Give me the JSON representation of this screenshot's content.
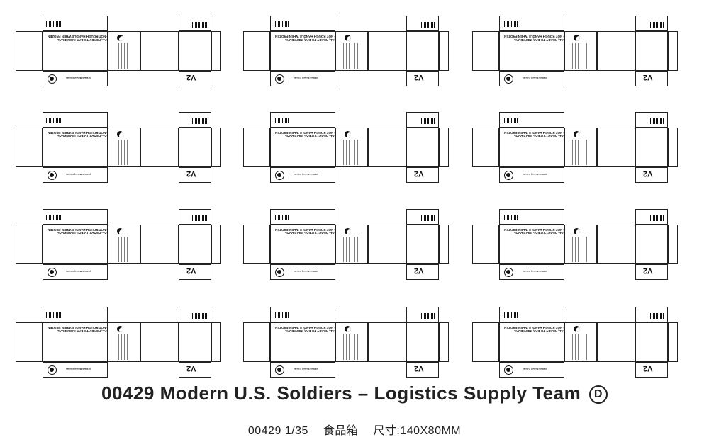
{
  "sheet": {
    "rows": 4,
    "cols": 3,
    "box_label": "MEAL, READY-TO-EAT, INDIVIDUAL",
    "box_warning": "DO NOT ROUGH HANDLE WHEN FROZEN",
    "box_code": "V2",
    "box_small_note": "(2 Blank Menus) 2 meals"
  },
  "footer": {
    "title": "00429  Modern U.S. Soldiers – Logistics Supply Team",
    "title_badge": "D",
    "product_code": "00429 1/35",
    "item_name": "食品箱",
    "size": "尺寸:140X80MM"
  }
}
